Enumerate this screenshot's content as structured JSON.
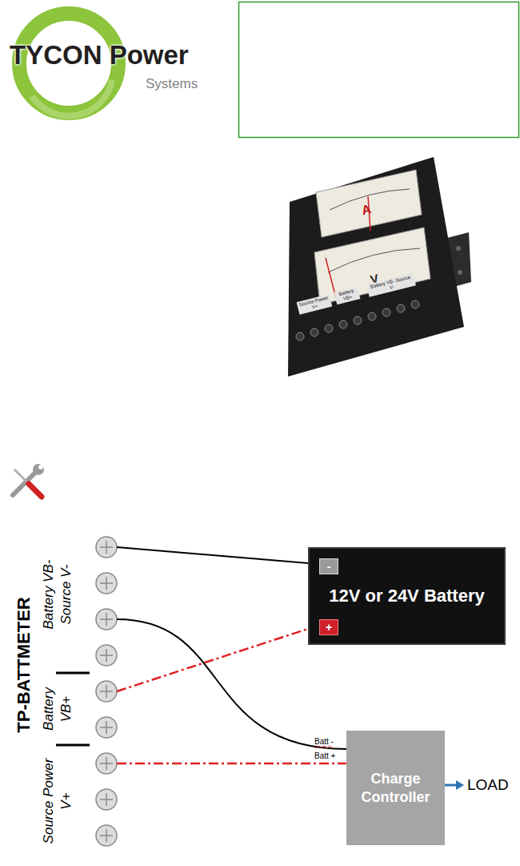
{
  "diagram": {
    "nodes": [
      {
        "text": [
          "12V or 24V Battery"
        ]
      },
      {
        "text": [
          "-"
        ],
        "in": 0
      },
      {
        "text": [
          "+"
        ],
        "in": 0
      },
      {
        "text": [
          "Charge Controller"
        ]
      }
    ],
    "labels": [
      "TYCON Power",
      "Systems",
      "A",
      "V",
      "Source Power V+",
      "Battery VB+",
      "Battery VB- Source V-",
      "Battery VB- Source V-",
      "Battery VB+",
      "Source Power V+",
      "TP-BATTMETER",
      "Batt -",
      "Batt +",
      "LOAD"
    ]
  }
}
